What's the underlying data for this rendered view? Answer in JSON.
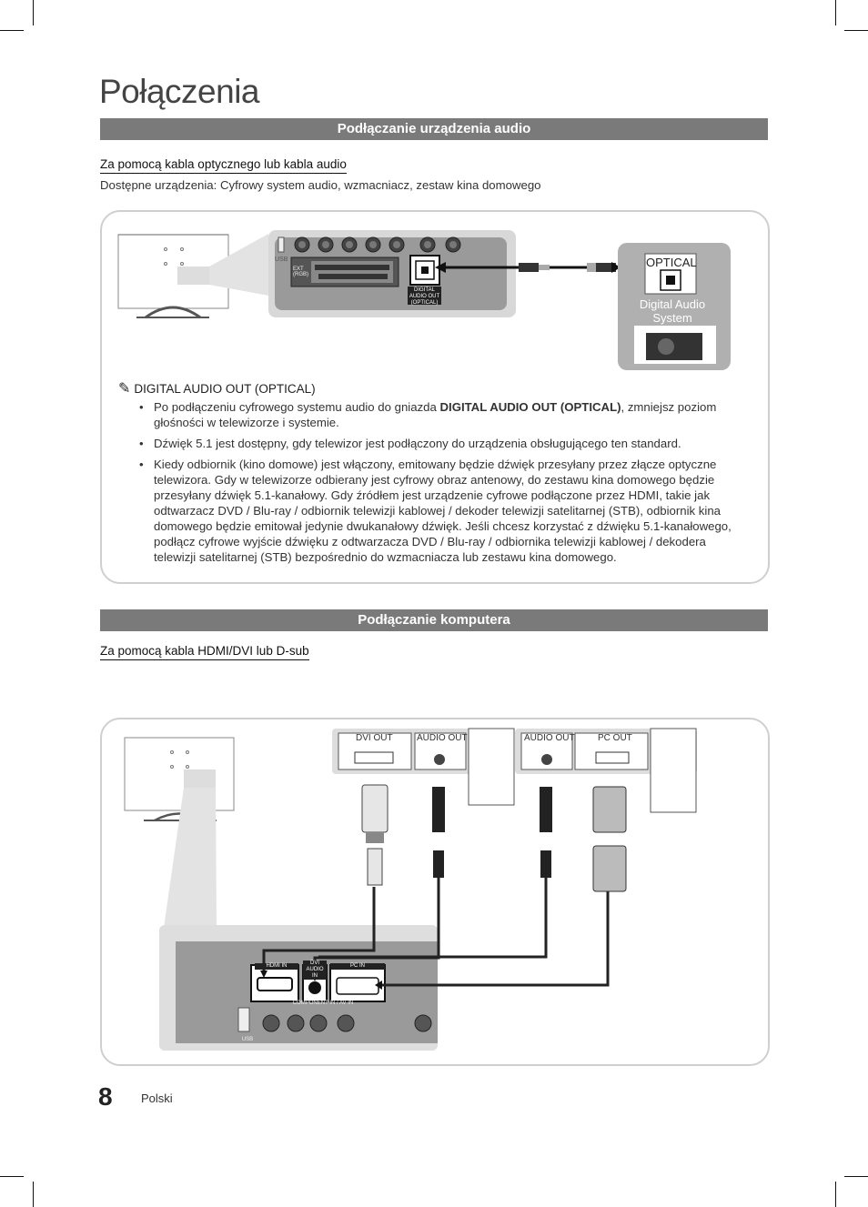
{
  "page": {
    "title": "Połączenia",
    "number": "8",
    "language": "Polski"
  },
  "audio_section": {
    "header": "Podłączanie urządzenia audio",
    "subheading": "Za pomocą kabla optycznego lub kabla audio",
    "available_devices": "Dostępne urządzenia: Cyfrowy system audio, wzmacniacz, zestaw kina domowego",
    "diagram": {
      "tv_port_label": "DIGITAL AUDIO OUT (OPTICAL)",
      "ext_label": "EXT (RGB)",
      "usb_label": "USB",
      "device_port_label": "OPTICAL",
      "device_name": "Digital Audio System"
    },
    "note": {
      "icon": "pencil-icon",
      "title": "DIGITAL AUDIO OUT (OPTICAL)",
      "bullets": [
        {
          "before": "Po podłączeniu cyfrowego systemu audio do gniazda ",
          "bold": "DIGITAL AUDIO OUT (OPTICAL)",
          "after": ", zmniejsz poziom głośności w telewizorze i systemie."
        },
        {
          "text": "Dźwięk 5.1 jest dostępny, gdy telewizor jest podłączony do urządzenia obsługującego ten standard."
        },
        {
          "text": "Kiedy odbiornik (kino domowe) jest włączony, emitowany będzie dźwięk przesyłany przez złącze optyczne telewizora. Gdy w telewizorze odbierany jest cyfrowy obraz antenowy, do zestawu kina domowego będzie przesyłany dźwięk 5.1-kanałowy. Gdy źródłem jest urządzenie cyfrowe podłączone przez HDMI, takie jak odtwarzacz DVD / Blu-ray / odbiornik telewizji kablowej / dekoder telewizji satelitarnej (STB), odbiornik kina domowego będzie emitował jedynie dwukanałowy dźwięk. Jeśli chcesz korzystać z dźwięku 5.1-kanałowego, podłącz cyfrowe wyjście dźwięku z odtwarzacza DVD / Blu-ray / odbiornika telewizji kablowej / dekodera telewizji satelitarnej (STB) bezpośrednio do wzmacniacza lub zestawu kina domowego."
        }
      ]
    }
  },
  "pc_section": {
    "header": "Podłączanie komputera",
    "subheading": "Za pomocą kabla HDMI/DVI lub D-sub",
    "diagram": {
      "pc1_ports": [
        "DVI OUT",
        "AUDIO OUT"
      ],
      "pc2_ports": [
        "AUDIO OUT",
        "PC OUT"
      ],
      "tv_ports": {
        "hdmi": "HDMI IN",
        "dvi_audio": "DVI AUDIO IN",
        "pc": "PC IN",
        "component": "COMPONENT IN / AV IN",
        "usb": "USB"
      }
    }
  },
  "colors": {
    "section_bar": "#7a7a7a",
    "panel_border": "#cfcfcf",
    "tv_panel": "#9a9a9a",
    "device_panel": "#b0b0b0"
  }
}
